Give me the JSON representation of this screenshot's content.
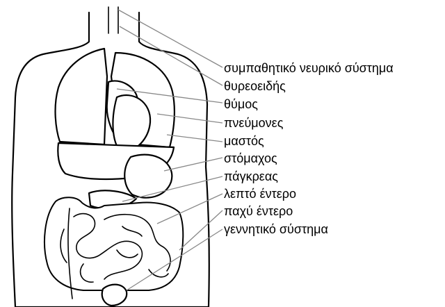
{
  "labels": [
    {
      "id": "sympathetic",
      "text": "συμπαθητικό νευρικό σύστημα"
    },
    {
      "id": "thyroid",
      "text": "θυρεοειδής"
    },
    {
      "id": "thymus",
      "text": "θύμος"
    },
    {
      "id": "lungs",
      "text": "πνεύμονες"
    },
    {
      "id": "breast",
      "text": "μαστός"
    },
    {
      "id": "stomach",
      "text": "στόμαχος"
    },
    {
      "id": "pancreas",
      "text": "πάγκρεας"
    },
    {
      "id": "small-intestine",
      "text": "λεπτό έντερο"
    },
    {
      "id": "large-intestine",
      "text": "παχύ έντερο"
    },
    {
      "id": "reproductive",
      "text": "γεννητικό σύστημα"
    }
  ],
  "colors": {
    "line": "#000000",
    "leader": "#888888",
    "background": "#ffffff"
  }
}
